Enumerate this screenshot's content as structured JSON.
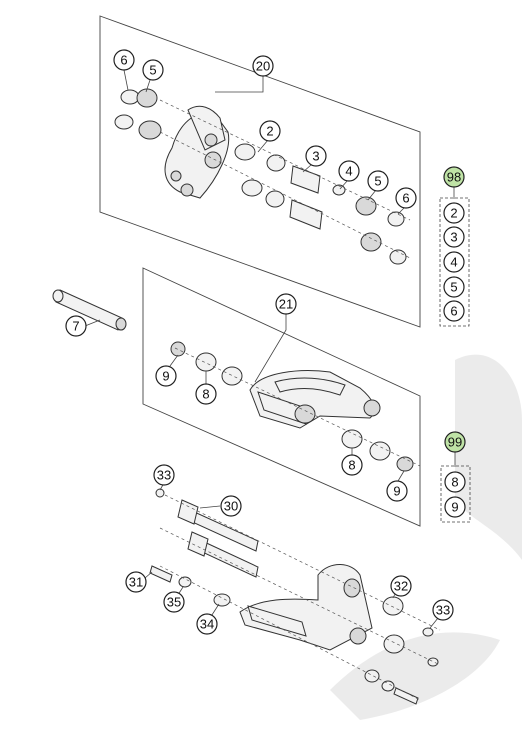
{
  "diagram": {
    "callouts": {
      "c20": "20",
      "c21": "21",
      "c6a": "6",
      "c5a": "5",
      "c2": "2",
      "c3": "3",
      "c4": "4",
      "c5b": "5",
      "c6b": "6",
      "c7": "7",
      "c9a": "9",
      "c8a": "8",
      "c8b": "8",
      "c9b": "9",
      "c33a": "33",
      "c30": "30",
      "c31": "31",
      "c35": "35",
      "c34": "34",
      "c32": "32",
      "c33b": "33"
    },
    "kit98": {
      "label": "98",
      "items": [
        "2",
        "3",
        "4",
        "5",
        "6"
      ]
    },
    "kit99": {
      "label": "99",
      "items": [
        "8",
        "9"
      ]
    },
    "colors": {
      "callout_fill": "#ffffff",
      "kit_label_fill": "#bfe3a6",
      "line": "#333333"
    }
  }
}
